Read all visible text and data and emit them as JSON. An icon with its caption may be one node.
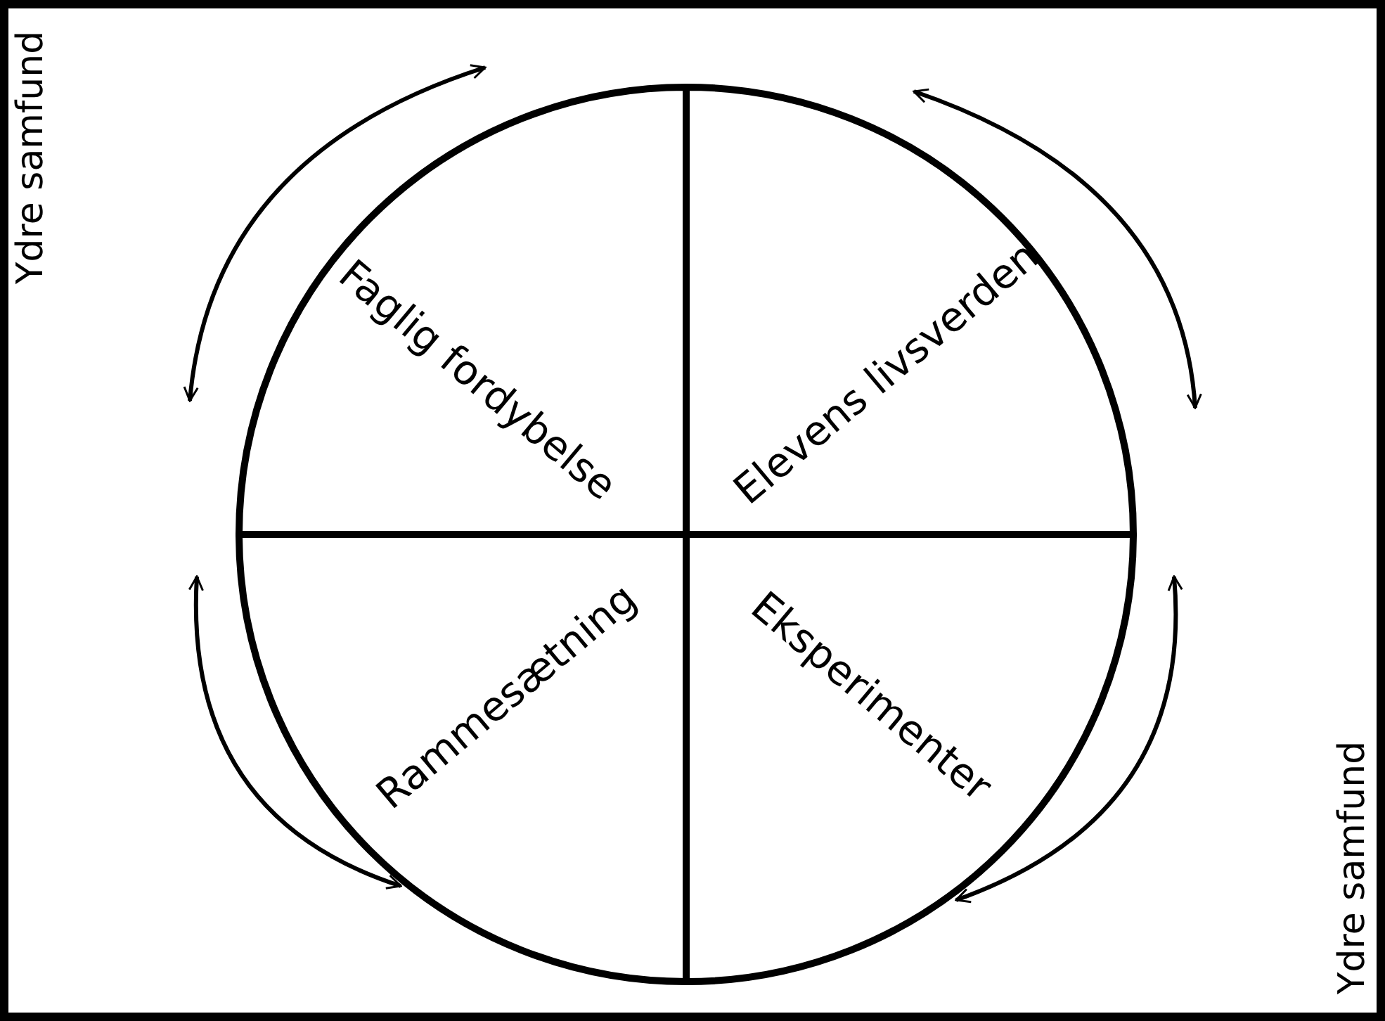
{
  "diagram": {
    "nodes": [
      {
        "text": [
          "Faglig fordybelse"
        ]
      },
      {
        "text": [
          "Elevens livsverden"
        ]
      },
      {
        "text": [
          "Rammesætning"
        ]
      },
      {
        "text": [
          "Eksperimenter"
        ]
      }
    ],
    "labels": [
      "Ydre samfund",
      "Ydre samfund"
    ]
  }
}
